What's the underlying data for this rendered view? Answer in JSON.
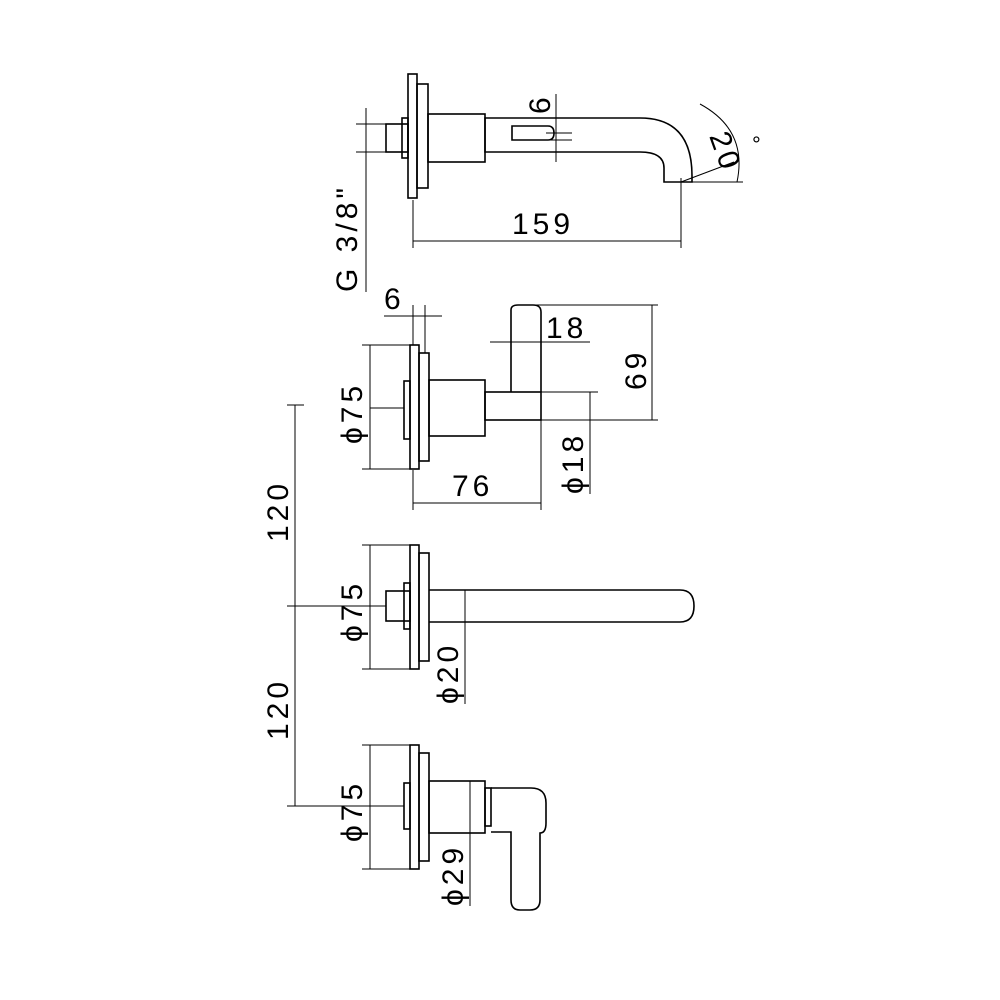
{
  "top_view": {
    "thread_label": "G 3/8\"",
    "length": "159",
    "outlet_height": "6",
    "angle": "20",
    "degree": "°"
  },
  "handle_side_view": {
    "plate_gap": "6",
    "lever_width": "18",
    "lever_height": "69",
    "plate_diameter": "ϕ75",
    "depth": "76",
    "stem_diameter": "ϕ18"
  },
  "spout_front_view": {
    "plate_diameter": "ϕ75",
    "spout_diameter": "ϕ20"
  },
  "handle_front_view": {
    "plate_diameter": "ϕ75",
    "body_diameter": "ϕ29"
  },
  "spacing": {
    "upper": "120",
    "lower": "120"
  },
  "colors": {
    "line": "#000000",
    "background": "#ffffff"
  }
}
